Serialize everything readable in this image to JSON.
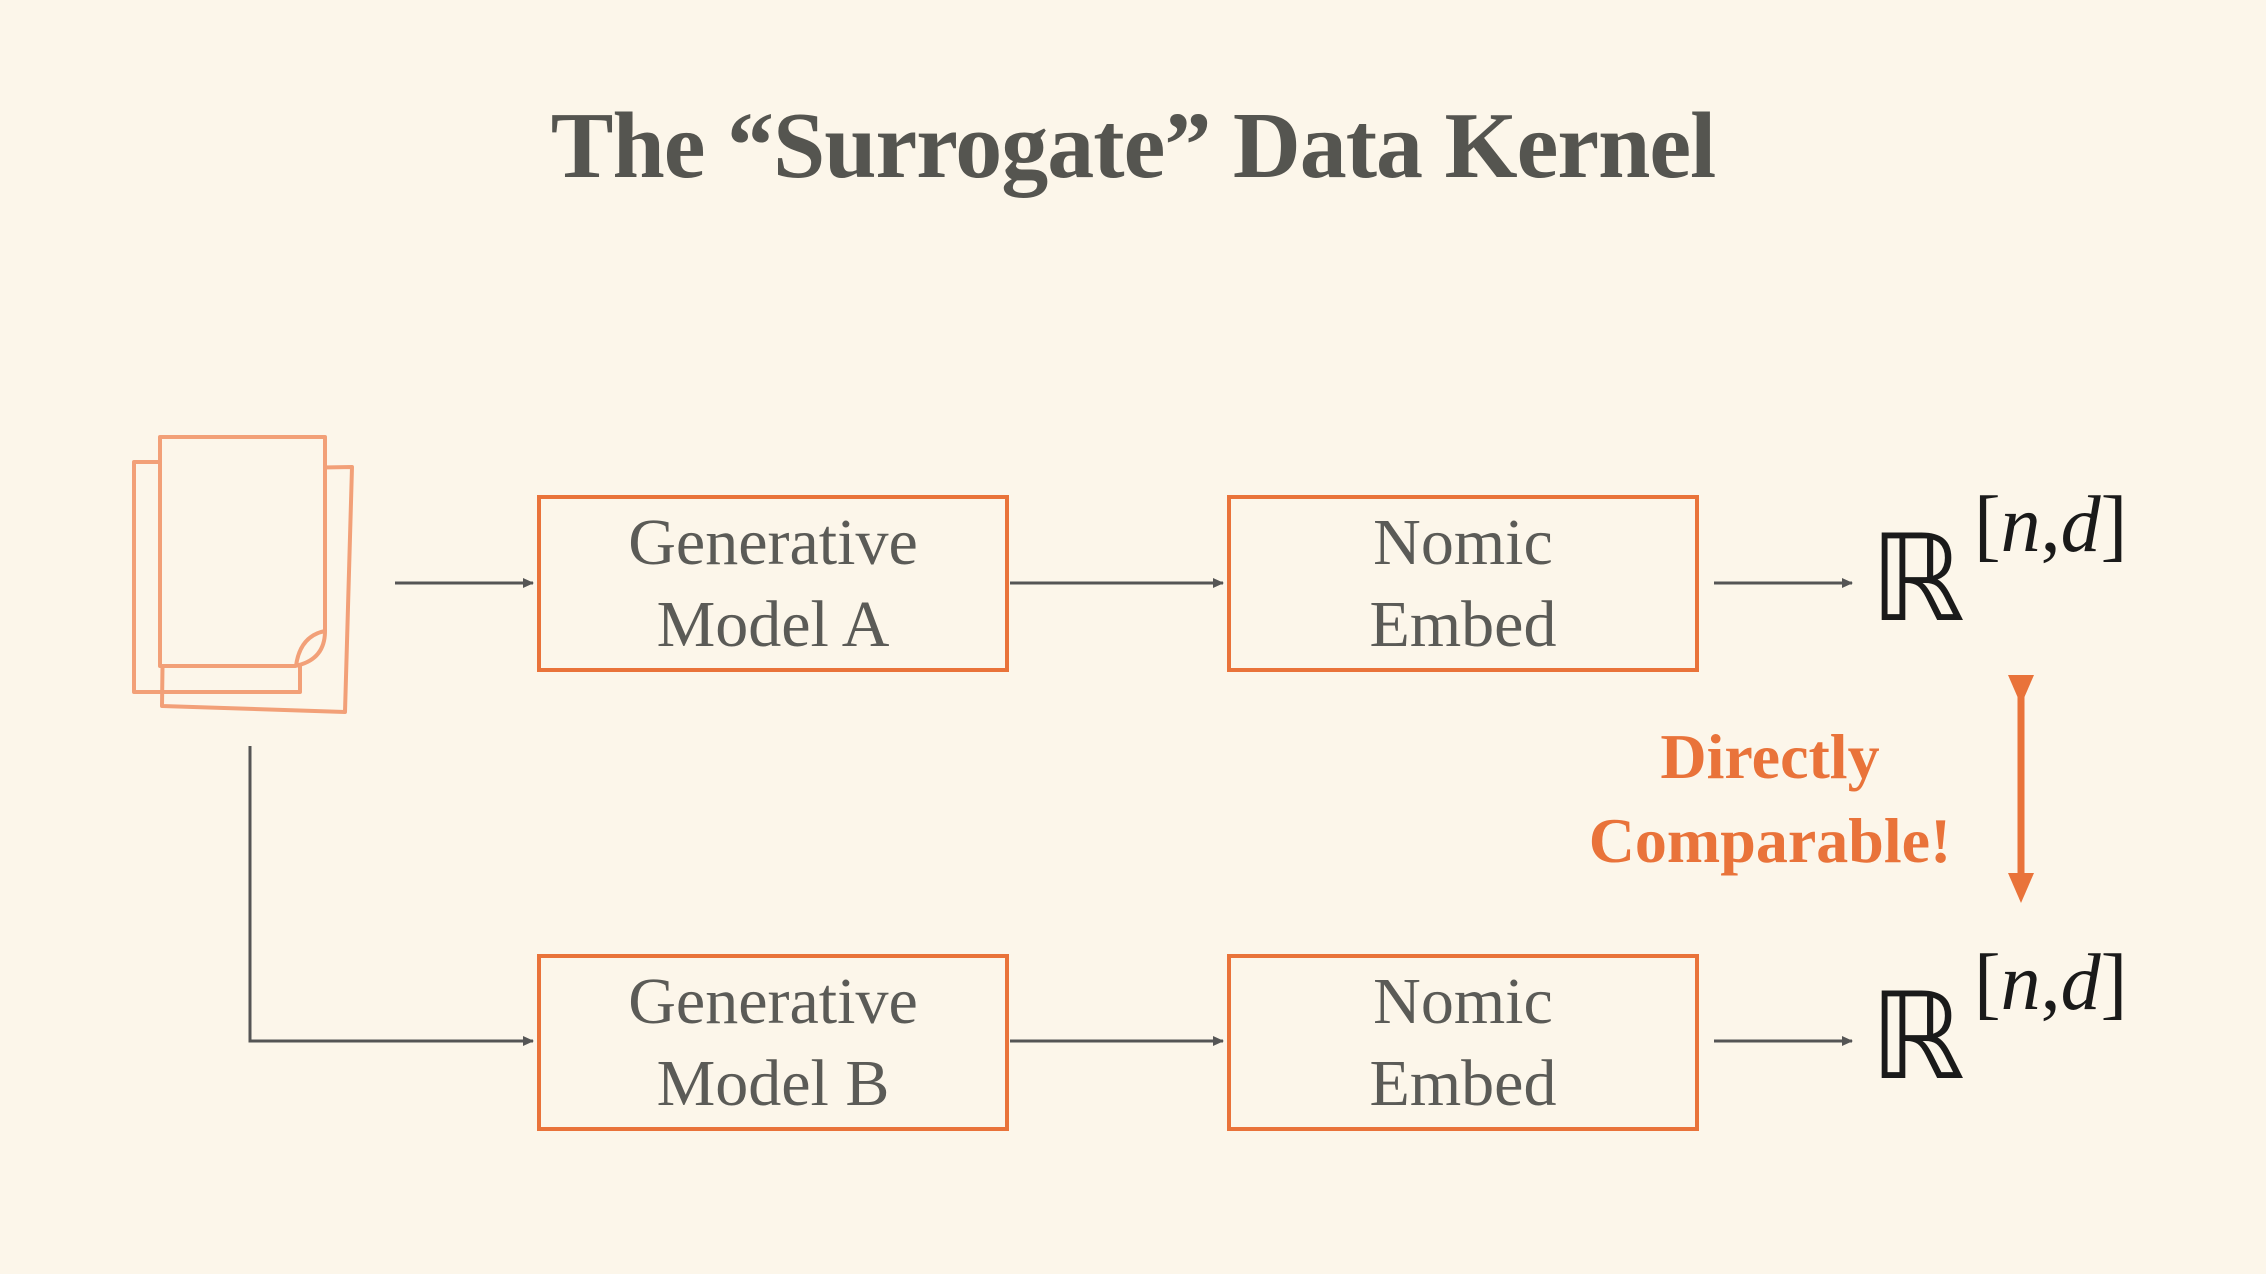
{
  "title": "The “Surrogate” Data Kernel",
  "colors": {
    "background": "#fcf6ea",
    "accent": "#e9733a",
    "text": "#555550",
    "arrow": "#555555"
  },
  "icons": {
    "documents": "documents-stack-icon"
  },
  "pipeline_a": {
    "model": {
      "line1": "Generative",
      "line2": "Model A"
    },
    "embed": {
      "line1": "Nomic",
      "line2": "Embed"
    },
    "output": {
      "symbol": "ℝ",
      "dims_open": "[",
      "n": "n",
      "comma": ",",
      "d": "d",
      "dims_close": "]"
    }
  },
  "pipeline_b": {
    "model": {
      "line1": "Generative",
      "line2": "Model B"
    },
    "embed": {
      "line1": "Nomic",
      "line2": "Embed"
    },
    "output": {
      "symbol": "ℝ",
      "dims_open": "[",
      "n": "n",
      "comma": ",",
      "d": "d",
      "dims_close": "]"
    }
  },
  "comparison": {
    "line1": "Directly",
    "line2": "Comparable!"
  }
}
